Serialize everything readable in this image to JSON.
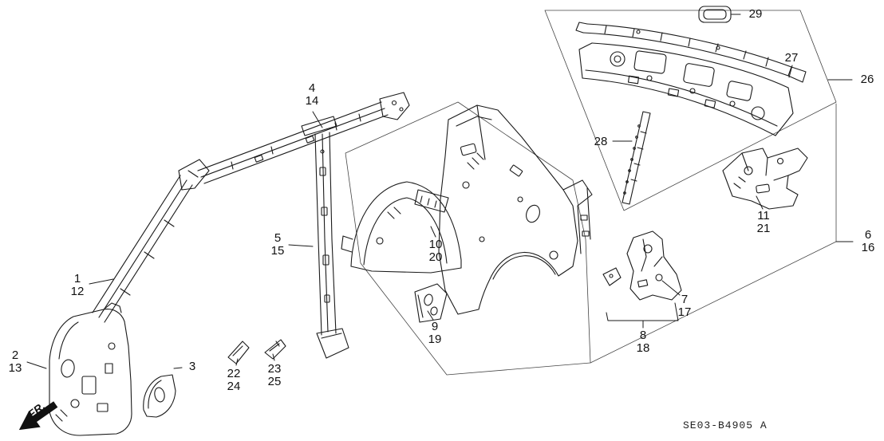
{
  "diagram": {
    "code": "SE03-B4905 A",
    "fr_label": "FR.",
    "line_color": "#1a1a1a",
    "background": "#ffffff"
  },
  "callouts": [
    {
      "id": "29",
      "lines": [
        "29"
      ]
    },
    {
      "id": "27",
      "lines": [
        "27"
      ]
    },
    {
      "id": "26",
      "lines": [
        "26"
      ]
    },
    {
      "id": "28",
      "lines": [
        "28"
      ]
    },
    {
      "id": "4-14",
      "lines": [
        "4",
        "14"
      ]
    },
    {
      "id": "11-21",
      "lines": [
        "11",
        "21"
      ]
    },
    {
      "id": "6-16",
      "lines": [
        "6",
        "16"
      ]
    },
    {
      "id": "5-15",
      "lines": [
        "5",
        "15"
      ]
    },
    {
      "id": "10-20",
      "lines": [
        "10",
        "20"
      ]
    },
    {
      "id": "1-12",
      "lines": [
        "1",
        "12"
      ]
    },
    {
      "id": "7-17",
      "lines": [
        "7",
        "17"
      ]
    },
    {
      "id": "9-19",
      "lines": [
        "9",
        "19"
      ]
    },
    {
      "id": "8-18",
      "lines": [
        "8",
        "18"
      ]
    },
    {
      "id": "2-13",
      "lines": [
        "2",
        "13"
      ]
    },
    {
      "id": "3",
      "lines": [
        "3"
      ]
    },
    {
      "id": "22-24",
      "lines": [
        "22",
        "24"
      ]
    },
    {
      "id": "23-25",
      "lines": [
        "23",
        "25"
      ]
    }
  ]
}
